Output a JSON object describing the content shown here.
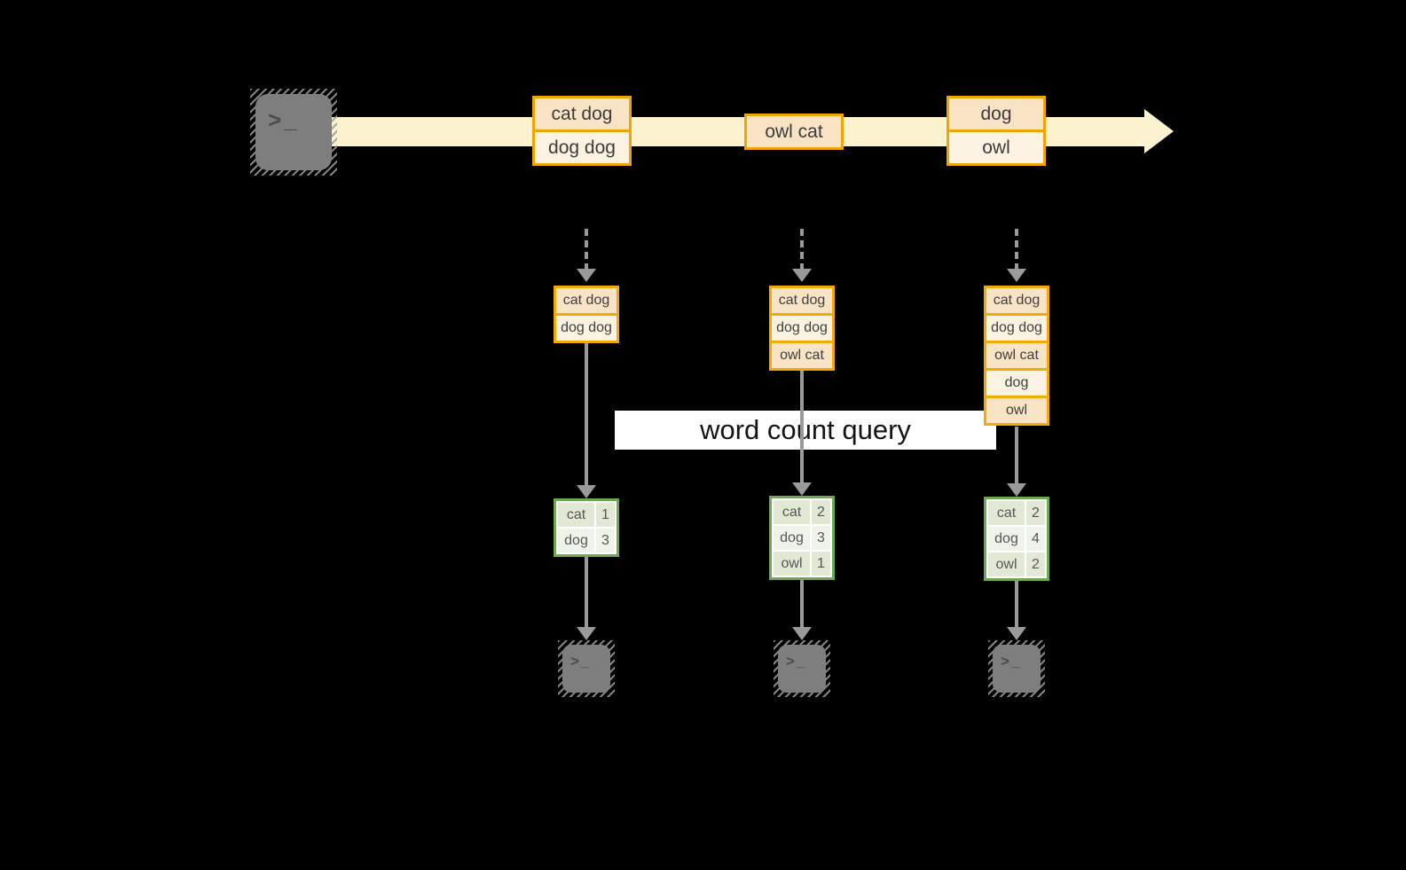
{
  "banner": {
    "label": "word count query"
  },
  "prompt_glyph": ">_",
  "stream": {
    "messages": [
      {
        "lines": [
          "cat dog",
          "dog dog"
        ]
      },
      {
        "lines": [
          "owl cat"
        ]
      },
      {
        "lines": [
          "dog",
          "owl"
        ]
      }
    ]
  },
  "columns": [
    {
      "buffer": [
        "cat dog",
        "dog dog"
      ],
      "counts": [
        {
          "word": "cat",
          "n": "1"
        },
        {
          "word": "dog",
          "n": "3"
        }
      ]
    },
    {
      "buffer": [
        "cat dog",
        "dog dog",
        "owl cat"
      ],
      "counts": [
        {
          "word": "cat",
          "n": "2"
        },
        {
          "word": "dog",
          "n": "3"
        },
        {
          "word": "owl",
          "n": "1"
        }
      ]
    },
    {
      "buffer": [
        "cat dog",
        "dog dog",
        "owl cat",
        "dog",
        "owl"
      ],
      "counts": [
        {
          "word": "cat",
          "n": "2"
        },
        {
          "word": "dog",
          "n": "4"
        },
        {
          "word": "owl",
          "n": "2"
        }
      ]
    }
  ],
  "colors": {
    "background": "#000000",
    "stream_band": "#FBF2CF",
    "event_border": "#F0A602",
    "event_fill_dark": "#F9E3C5",
    "event_fill_light": "#FCF2E1",
    "table_border": "#6EA84F",
    "table_fill_dark": "#E1E9D5",
    "table_fill_light": "#EFF3E9",
    "arrow_gray": "#9A9A9A",
    "terminal_gray": "#7E7E7E",
    "banner_bg": "#FFFFFF"
  }
}
